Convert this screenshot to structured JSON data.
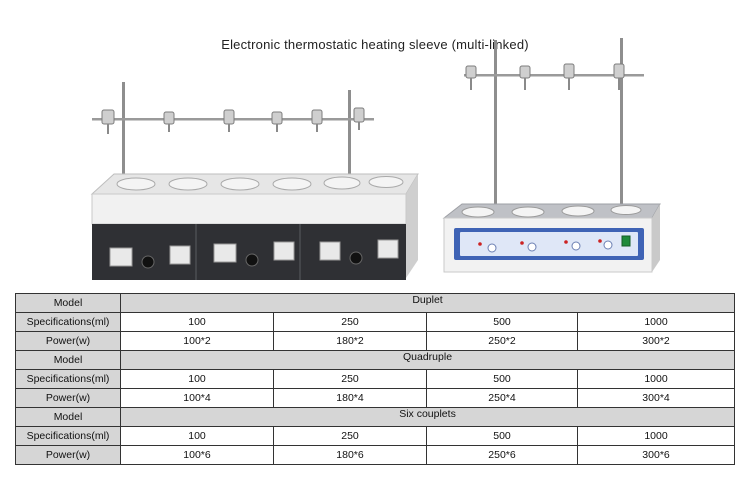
{
  "page": {
    "title": "Electronic thermostatic heating sleeve (multi-linked)"
  },
  "colors": {
    "table_shade": "#d6d6d6",
    "grid": "#333333",
    "panel_dark": "#2f3034",
    "panel_blue": "#3f63b5"
  },
  "photos": {
    "left": {
      "icon": "six-hole-heating-mantle-photo"
    },
    "right": {
      "icon": "four-hole-heating-mantle-photo"
    }
  },
  "table": {
    "row_labels": {
      "model": "Model",
      "spec": "Specifications(ml)",
      "power": "Power(w)"
    },
    "groups": [
      {
        "model": "Duplet",
        "specs": [
          "100",
          "250",
          "500",
          "1000"
        ],
        "powers": [
          "100*2",
          "180*2",
          "250*2",
          "300*2"
        ]
      },
      {
        "model": "Quadruple",
        "specs": [
          "100",
          "250",
          "500",
          "1000"
        ],
        "powers": [
          "100*4",
          "180*4",
          "250*4",
          "300*4"
        ]
      },
      {
        "model": "Six couplets",
        "specs": [
          "100",
          "250",
          "500",
          "1000"
        ],
        "powers": [
          "100*6",
          "180*6",
          "250*6",
          "300*6"
        ]
      }
    ]
  }
}
